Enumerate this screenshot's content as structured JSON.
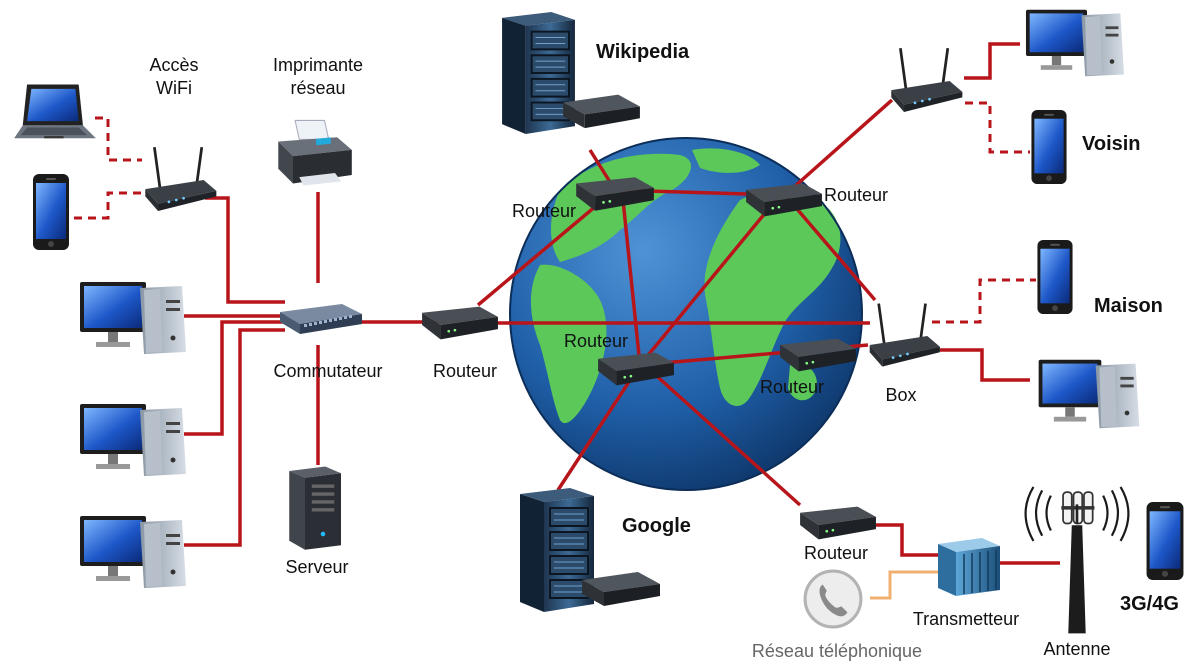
{
  "diagram": {
    "labels": {
      "wifi_access": [
        "Accès",
        "WiFi"
      ],
      "network_printer": [
        "Imprimante",
        "réseau"
      ],
      "switch": "Commutateur",
      "server": "Serveur",
      "router_left": "Routeur",
      "wikipedia": "Wikipedia",
      "google": "Google",
      "router_globe_top_left": "Routeur",
      "router_globe_top_right": "Routeur",
      "router_globe_center": "Routeur",
      "router_globe_right": "Routeur",
      "box": "Box",
      "neighbor": "Voisin",
      "home": "Maison",
      "router_bottom": "Routeur",
      "transmitter": "Transmetteur",
      "antenna": "Antenne",
      "phone_network": "Réseau téléphonique",
      "mobile": "3G/4G"
    },
    "colors": {
      "link": "#b8151b",
      "phone_link": "#f0b070",
      "ocean": "#1f5fa8",
      "land": "#5cc85a"
    },
    "icons": [
      "laptop-icon",
      "smartphone-icon",
      "desktop-computer-icon",
      "wifi-router-icon",
      "printer-icon",
      "network-switch-icon",
      "server-tower-icon",
      "router-icon",
      "server-rack-icon",
      "globe-icon",
      "phone-icon",
      "transmitter-icon",
      "antenna-icon"
    ]
  }
}
